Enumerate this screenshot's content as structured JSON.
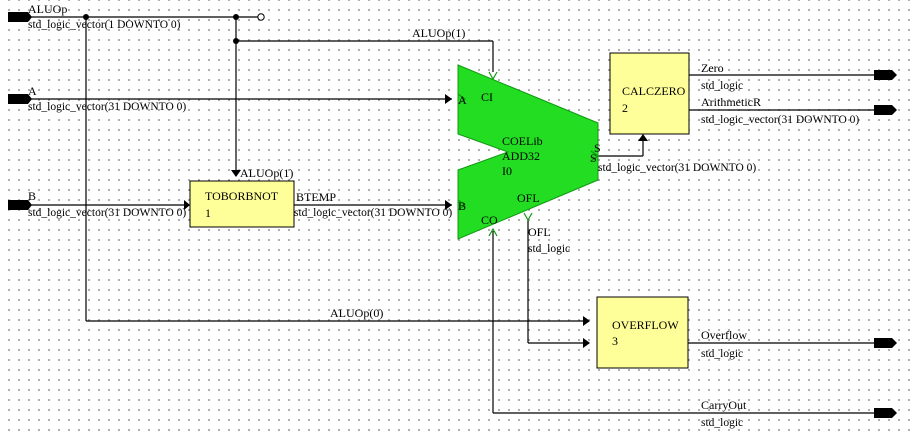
{
  "inputs": {
    "aluop": {
      "name": "ALUOp",
      "type": "std_logic_vector(1 DOWNTO 0)"
    },
    "a": {
      "name": "A",
      "type": "std_logic_vector(31 DOWNTO 0)"
    },
    "b": {
      "name": "B",
      "type": "std_logic_vector(31 DOWNTO 0)"
    }
  },
  "outputs": {
    "zero": {
      "name": "Zero",
      "type": "std_logic"
    },
    "arithmeticr": {
      "name": "ArithmeticR",
      "type": "std_logic_vector(31 DOWNTO 0)"
    },
    "overflow": {
      "name": "Overflow",
      "type": "std_logic"
    },
    "carryout": {
      "name": "CarryOut",
      "type": "std_logic"
    }
  },
  "nets": {
    "aluop1_top": "ALUOp(1)",
    "aluop1_toborbnot": "ALUOp(1)",
    "aluop0": "ALUOp(0)",
    "btemp": {
      "name": "BTEMP",
      "type": "std_logic_vector(31 DOWNTO 0)"
    },
    "sum": {
      "type": "std_logic_vector(31 DOWNTO 0)"
    },
    "ofl": {
      "name": "OFL",
      "type": "std_logic"
    }
  },
  "blocks": {
    "adder": {
      "lib": "COELib",
      "cell": "ADD32",
      "instance": "I0",
      "ports": {
        "ci": "CI",
        "a": "A",
        "b": "B",
        "s": "S",
        "co": "CO",
        "ofl": "OFL"
      }
    },
    "toborbnot": {
      "name": "TOBORBNOT",
      "index": "1"
    },
    "calczero": {
      "name": "CALCZERO",
      "index": "2"
    },
    "overflow": {
      "name": "OVERFLOW",
      "index": "3"
    }
  },
  "colors": {
    "adder_fill": "#22dd22",
    "block_fill": "#ffff99",
    "wire": "#000000"
  }
}
